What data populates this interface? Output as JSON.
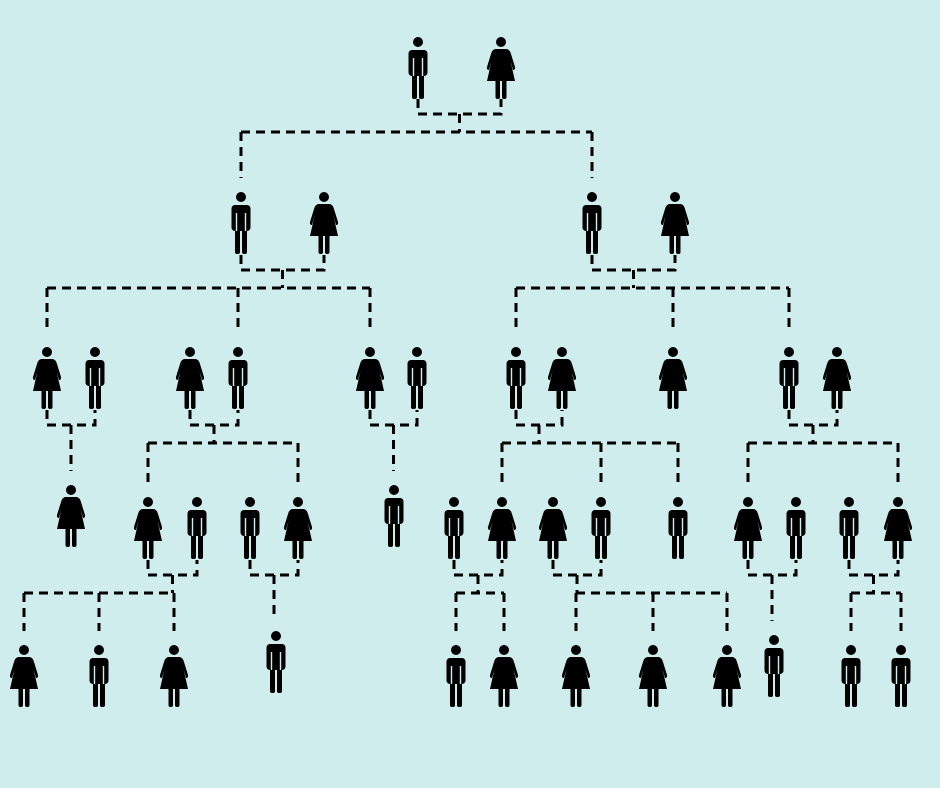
{
  "background_color": "#d0eded",
  "ink_color": "#000000",
  "connector_style": "dashed",
  "icons": {
    "male": "male-person-icon",
    "female": "female-person-icon"
  },
  "generations": [
    {
      "generation": 1,
      "people": [
        {
          "id": "g1-m",
          "sex": "male"
        },
        {
          "id": "g1-f",
          "sex": "female"
        }
      ]
    },
    {
      "generation": 2,
      "people": [
        {
          "id": "g2-a-m",
          "sex": "male"
        },
        {
          "id": "g2-a-f",
          "sex": "female"
        },
        {
          "id": "g2-b-m",
          "sex": "male"
        },
        {
          "id": "g2-b-f",
          "sex": "female"
        }
      ]
    },
    {
      "generation": 3,
      "people": [
        {
          "id": "g3-1f",
          "sex": "female"
        },
        {
          "id": "g3-1m",
          "sex": "male"
        },
        {
          "id": "g3-2f",
          "sex": "female"
        },
        {
          "id": "g3-2m",
          "sex": "male"
        },
        {
          "id": "g3-3f",
          "sex": "female"
        },
        {
          "id": "g3-3m",
          "sex": "male"
        },
        {
          "id": "g3-4m",
          "sex": "male"
        },
        {
          "id": "g3-4f",
          "sex": "female"
        },
        {
          "id": "g3-5f",
          "sex": "female"
        },
        {
          "id": "g3-6m",
          "sex": "male"
        },
        {
          "id": "g3-6f",
          "sex": "female"
        }
      ]
    },
    {
      "generation": 4,
      "people": [
        {
          "id": "g4-1f",
          "sex": "female"
        },
        {
          "id": "g4-2f",
          "sex": "female"
        },
        {
          "id": "g4-2m",
          "sex": "male"
        },
        {
          "id": "g4-3m",
          "sex": "male"
        },
        {
          "id": "g4-3f",
          "sex": "female"
        },
        {
          "id": "g4-4m",
          "sex": "male"
        },
        {
          "id": "g4-5m",
          "sex": "male"
        },
        {
          "id": "g4-5f",
          "sex": "female"
        },
        {
          "id": "g4-6f",
          "sex": "female"
        },
        {
          "id": "g4-6m",
          "sex": "male"
        },
        {
          "id": "g4-7m",
          "sex": "male"
        },
        {
          "id": "g4-8f",
          "sex": "female"
        },
        {
          "id": "g4-8m",
          "sex": "male"
        },
        {
          "id": "g4-9m",
          "sex": "male"
        },
        {
          "id": "g4-9f",
          "sex": "female"
        }
      ]
    },
    {
      "generation": 5,
      "people": [
        {
          "id": "g5-1f",
          "sex": "female"
        },
        {
          "id": "g5-2m",
          "sex": "male"
        },
        {
          "id": "g5-3f",
          "sex": "female"
        },
        {
          "id": "g5-4m",
          "sex": "male"
        },
        {
          "id": "g5-5m",
          "sex": "male"
        },
        {
          "id": "g5-6f",
          "sex": "female"
        },
        {
          "id": "g5-7f",
          "sex": "female"
        },
        {
          "id": "g5-8f",
          "sex": "female"
        },
        {
          "id": "g5-9f",
          "sex": "female"
        },
        {
          "id": "g5-10m",
          "sex": "male"
        },
        {
          "id": "g5-11m",
          "sex": "male"
        },
        {
          "id": "g5-12m",
          "sex": "male"
        }
      ]
    }
  ],
  "couples": [
    {
      "id": "c1",
      "partners": [
        "g1-m",
        "g1-f"
      ],
      "children": [
        "g2-a-m",
        "g2-b-m"
      ]
    },
    {
      "id": "c2",
      "partners": [
        "g2-a-m",
        "g2-a-f"
      ],
      "children": [
        "g3-1f",
        "g3-2m",
        "g3-3f"
      ]
    },
    {
      "id": "c3",
      "partners": [
        "g2-b-m",
        "g2-b-f"
      ],
      "children": [
        "g3-4m",
        "g3-5f",
        "g3-6m"
      ]
    },
    {
      "id": "c4",
      "partners": [
        "g3-1f",
        "g3-1m"
      ],
      "children": [
        "g4-1f"
      ]
    },
    {
      "id": "c5",
      "partners": [
        "g3-2f",
        "g3-2m"
      ],
      "children": [
        "g4-2f",
        "g4-3f"
      ]
    },
    {
      "id": "c6",
      "partners": [
        "g3-3f",
        "g3-3m"
      ],
      "children": [
        "g4-4m"
      ]
    },
    {
      "id": "c7",
      "partners": [
        "g3-4m",
        "g3-4f"
      ],
      "children": [
        "g4-5f",
        "g4-6m",
        "g4-7m"
      ]
    },
    {
      "id": "c8",
      "partners": [
        "g3-6m",
        "g3-6f"
      ],
      "children": [
        "g4-8f",
        "g4-9f"
      ]
    },
    {
      "id": "c9",
      "partners": [
        "g4-2f",
        "g4-2m"
      ],
      "children": [
        "g5-1f",
        "g5-2m",
        "g5-3f"
      ]
    },
    {
      "id": "c10",
      "partners": [
        "g4-3m",
        "g4-3f"
      ],
      "children": [
        "g5-4m"
      ]
    },
    {
      "id": "c11",
      "partners": [
        "g4-5m",
        "g4-5f"
      ],
      "children": [
        "g5-5m",
        "g5-6f"
      ]
    },
    {
      "id": "c12",
      "partners": [
        "g4-6f",
        "g4-6m"
      ],
      "children": [
        "g5-7f",
        "g5-8f",
        "g5-9f"
      ]
    },
    {
      "id": "c13",
      "partners": [
        "g4-8f",
        "g4-8m"
      ],
      "children": [
        "g5-10m"
      ]
    },
    {
      "id": "c14",
      "partners": [
        "g4-9m",
        "g4-9f"
      ],
      "children": [
        "g5-11m",
        "g5-12m"
      ]
    }
  ]
}
